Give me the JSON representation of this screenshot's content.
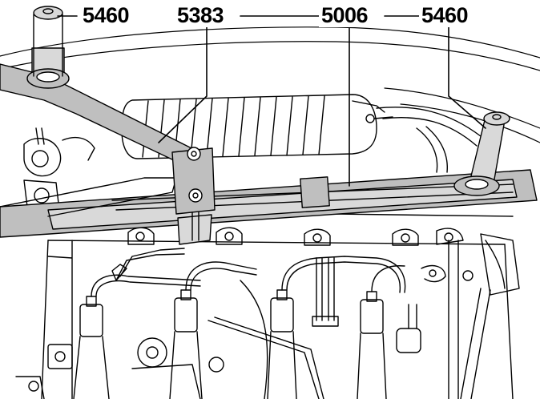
{
  "callouts": {
    "tool_left_support": "5460",
    "tool_clamp": "5383",
    "tool_bar": "5006",
    "tool_right_support": "5460"
  },
  "colors": {
    "line": "#000000",
    "tool_fill": "#bfbfbf",
    "tool_fill_light": "#d9d9d9",
    "background": "#ffffff"
  }
}
